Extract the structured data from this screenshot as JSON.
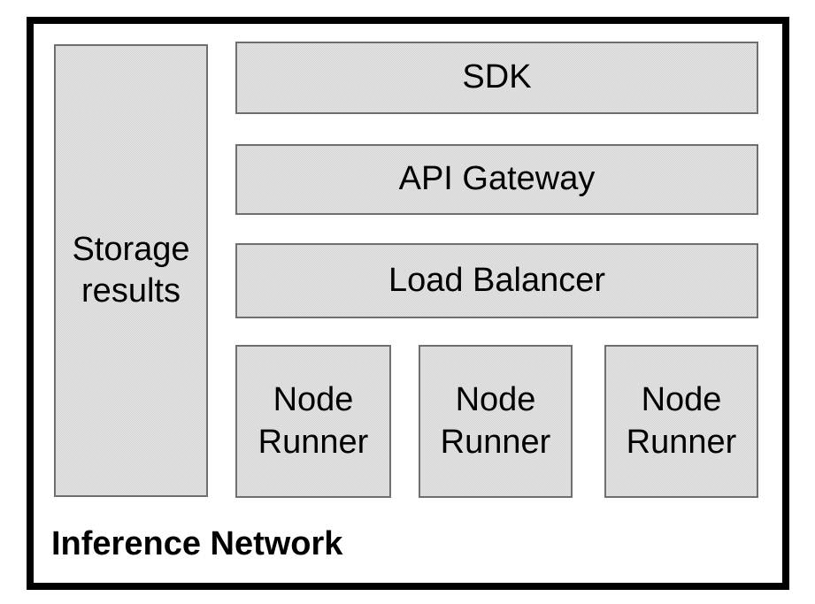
{
  "diagram": {
    "title": "Inference Network",
    "storage_box": {
      "label": "Storage results"
    },
    "layers": [
      {
        "label": "SDK"
      },
      {
        "label": "API Gateway"
      },
      {
        "label": "Load Balancer"
      }
    ],
    "node_runners": [
      {
        "label": "Node Runner"
      },
      {
        "label": "Node Runner"
      },
      {
        "label": "Node Runner"
      }
    ],
    "colors": {
      "box_fill": "#dcdcdc",
      "box_border": "#6f6f6f",
      "outer_border": "#000000",
      "text": "#000000",
      "background": "#ffffff"
    }
  }
}
